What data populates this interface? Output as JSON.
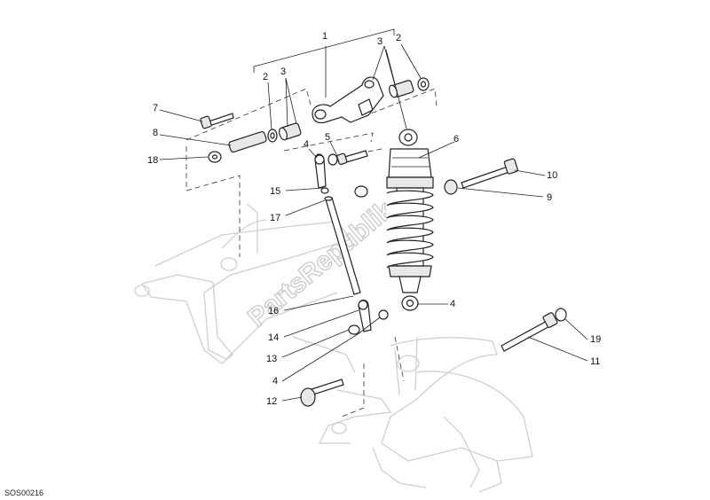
{
  "labels": {
    "p1": "1",
    "p2a": "2",
    "p2b": "2",
    "p3a": "3",
    "p3b": "3",
    "p4a": "4",
    "p4b": "4",
    "p4c": "4",
    "p5": "5",
    "p6": "6",
    "p7": "7",
    "p8": "8",
    "p9": "9",
    "p10": "10",
    "p11": "11",
    "p12": "12",
    "p13": "13",
    "p14": "14",
    "p15": "15",
    "p16": "16",
    "p17": "17",
    "p18": "18",
    "p19": "19"
  },
  "footer": {
    "code": "SOS00216"
  },
  "watermark": {
    "text": "PartsRepublik"
  }
}
